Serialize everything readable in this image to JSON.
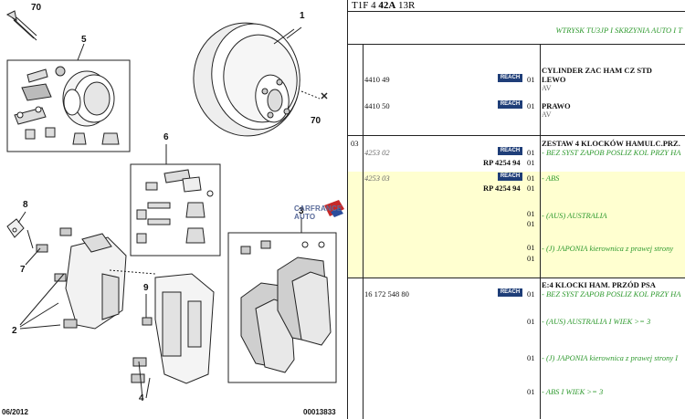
{
  "diagram": {
    "callouts": {
      "c70a": "70",
      "c5": "5",
      "c1": "1",
      "c70b": "70",
      "c6": "6",
      "c8": "8",
      "c3": "3",
      "c7": "7",
      "c9": "9",
      "c2": "2",
      "c4": "4"
    },
    "footer_left": "06/2012",
    "footer_right": "00013833",
    "watermark": "CARFRANCE AUTO"
  },
  "table": {
    "header": {
      "prefix": "T1F 4 ",
      "bold": "42A",
      "suffix": " 13R"
    },
    "group_title": "WTRYSK TU3JP I SKRZYNIA AUTO I T",
    "reach_label": "REACH",
    "rows": [
      {
        "ref": "4410 49",
        "qty": "01",
        "desc": "CYLINDER ZAC HAM CZ STD",
        "desc2": "LEWO",
        "note": "AV"
      },
      {
        "ref": "4410 50",
        "qty": "01",
        "desc": "PRAWO",
        "note": "AV"
      },
      {
        "pos": "03",
        "ref": "4253 02",
        "qty": "01",
        "desc": "ZESTAW 4 KLOCKÓW HAMULC.PRZ.",
        "sub_ref": "RP 4254 94",
        "qty2": "01",
        "cond": "- BEZ SYST ZAPOB POSLIZ KOL PRZY HA"
      },
      {
        "ref": "4253 03",
        "qty": "01",
        "sub_ref": "RP 4254 94",
        "qty2": "01",
        "cond": "- ABS",
        "qty3": "01",
        "qty4": "01",
        "cond2": "- (AUS) AUSTRALIA",
        "qty5": "01",
        "qty6": "01",
        "cond3": "- (J) JAPONIA kierownica z prawej strony"
      },
      {
        "ref": "16 172 548 80",
        "qty": "01",
        "desc": "E:4 KLOCKI HAM. PRZÓD PSA",
        "cond": "- BEZ SYST ZAPOB POSLIZ KOL PRZY HA",
        "qty2": "01",
        "cond2": "- (AUS) AUSTRALIA I WIEK >= 3",
        "qty3": "01",
        "cond3": "- (J) JAPONIA kierownica z prawej strony I",
        "qty4": "01",
        "cond4": "- ABS I WIEK >= 3"
      }
    ]
  }
}
